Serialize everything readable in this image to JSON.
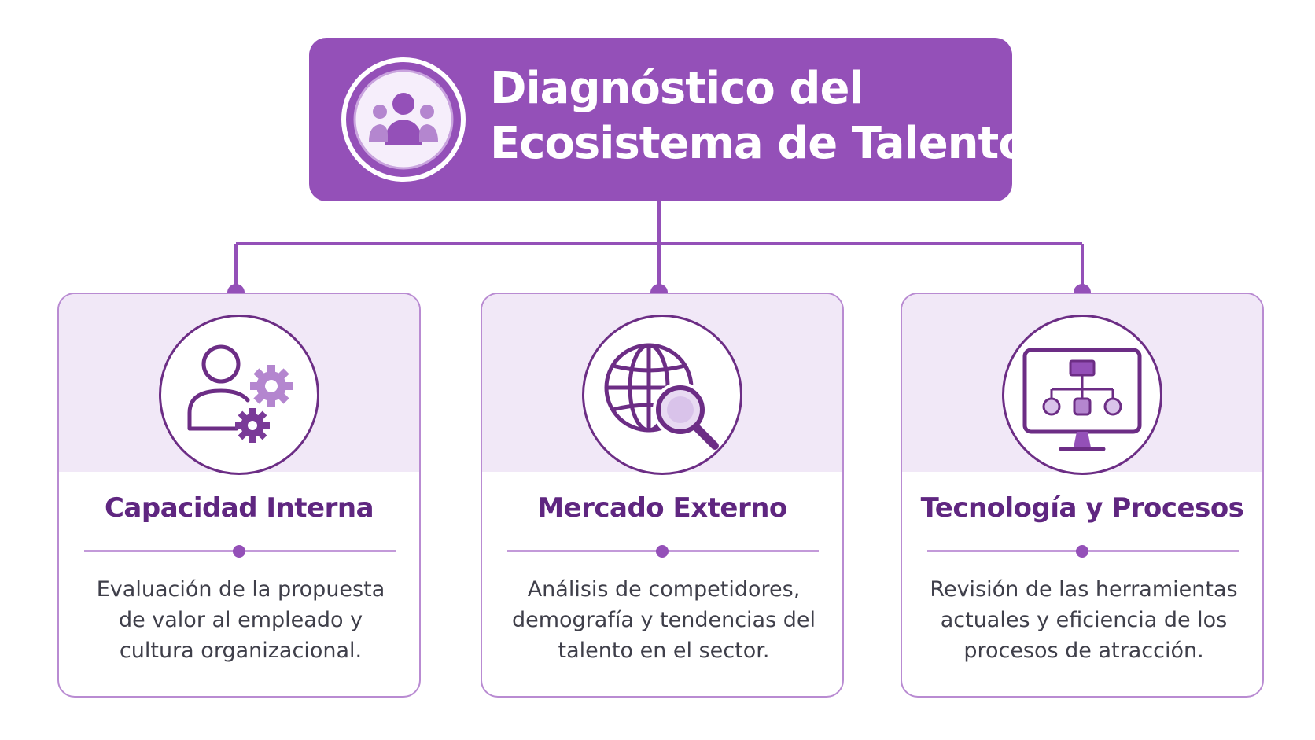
{
  "header": {
    "title_line1": "Diagnóstico del",
    "title_line2": "Ecosistema de Talento",
    "icon": "users-group-icon"
  },
  "colors": {
    "primary": "#9450b8",
    "dark": "#5f2680",
    "light_bg": "#f1e8f7",
    "border": "#b98bd2",
    "text": "#3f3f4a"
  },
  "cards": [
    {
      "title": "Capacidad Interna",
      "icon": "user-gears-icon",
      "desc_lines": [
        "Evaluación de la propuesta",
        "de valor al empleado y",
        "cultura organizacional."
      ]
    },
    {
      "title": "Mercado Externo",
      "icon": "globe-search-icon",
      "desc_lines": [
        "Análisis de competidores,",
        "demografía y tendencias del",
        "talento en el sector."
      ]
    },
    {
      "title": "Tecnología y Procesos",
      "icon": "monitor-hierarchy-icon",
      "desc_lines": [
        "Revisión de las herramientas",
        "actuales y eficiencia de los",
        "procesos de atracción."
      ]
    }
  ]
}
